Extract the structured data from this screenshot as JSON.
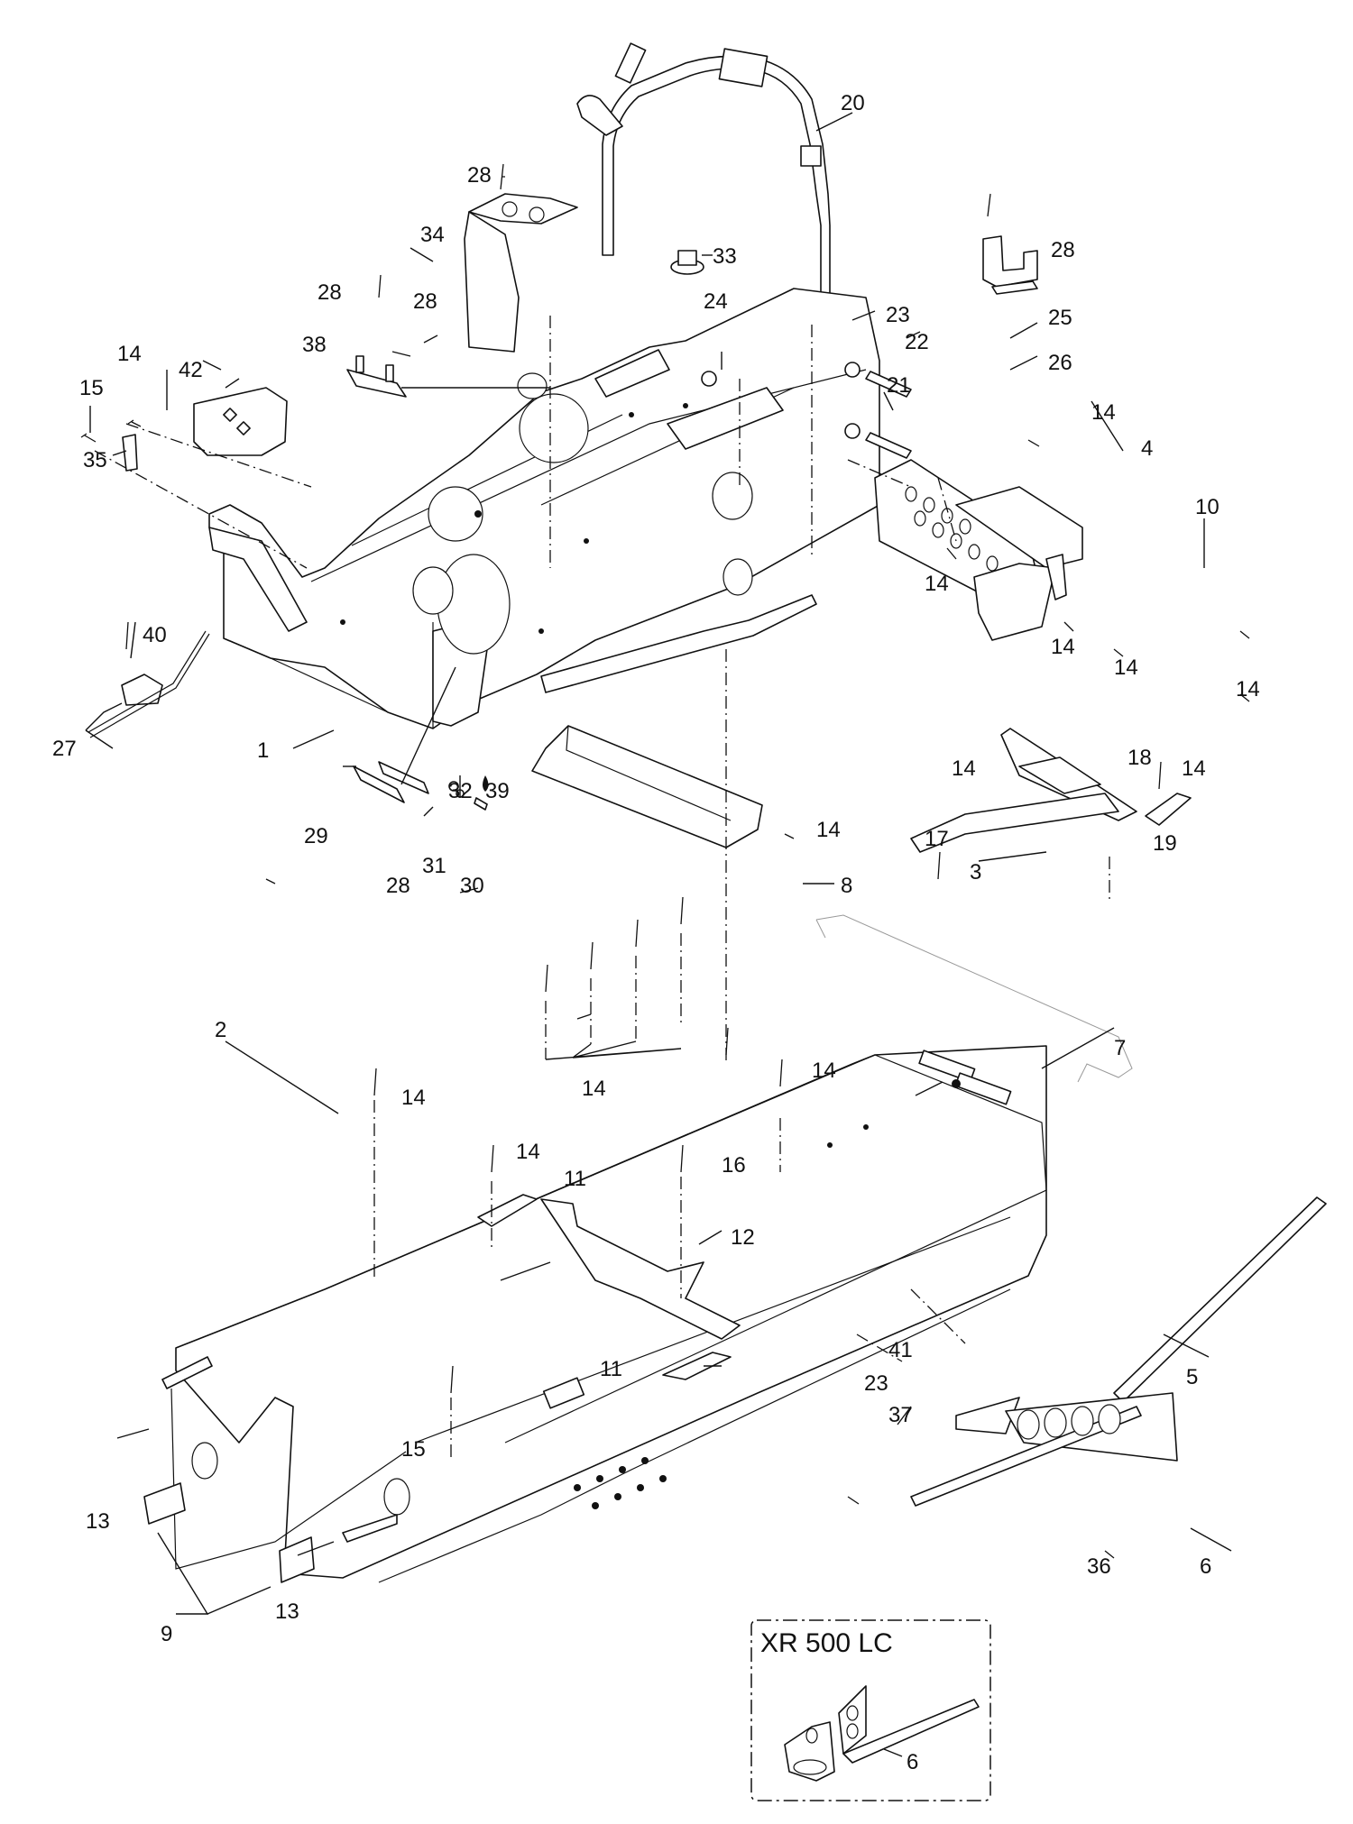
{
  "diagram": {
    "title": "Frame / tunnel assembly exploded parts view",
    "inset": {
      "label": "XR 500 LC",
      "callout": "6"
    },
    "callouts": {
      "c1": "1",
      "c2": "2",
      "c3": "3",
      "c4": "4",
      "c5": "5",
      "c6": "6",
      "c7": "7",
      "c8": "8",
      "c9": "9",
      "c10": "10",
      "c11a": "11",
      "c11b": "11",
      "c12": "12",
      "c13a": "13",
      "c13b": "13",
      "c14a": "14",
      "c14b": "14",
      "c14c": "14",
      "c14d": "14",
      "c14e": "14",
      "c14f": "14",
      "c14g": "14",
      "c14h": "14",
      "c14i": "14",
      "c14j": "14",
      "c14k": "14",
      "c14l": "14",
      "c14m": "14",
      "c15a": "15",
      "c15b": "15",
      "c16": "16",
      "c17": "17",
      "c18": "18",
      "c19": "19",
      "c20": "20",
      "c21": "21",
      "c22": "22",
      "c23a": "23",
      "c23b": "23",
      "c24": "24",
      "c25": "25",
      "c26": "26",
      "c27": "27",
      "c28a": "28",
      "c28b": "28",
      "c28c": "28",
      "c28d": "28",
      "c28e": "28",
      "c29": "29",
      "c30": "30",
      "c31": "31",
      "c32": "32",
      "c33": "33",
      "c34": "34",
      "c35": "35",
      "c36": "36",
      "c37": "37",
      "c38": "38",
      "c39": "39",
      "c40": "40",
      "c41": "41",
      "c42": "42"
    }
  }
}
